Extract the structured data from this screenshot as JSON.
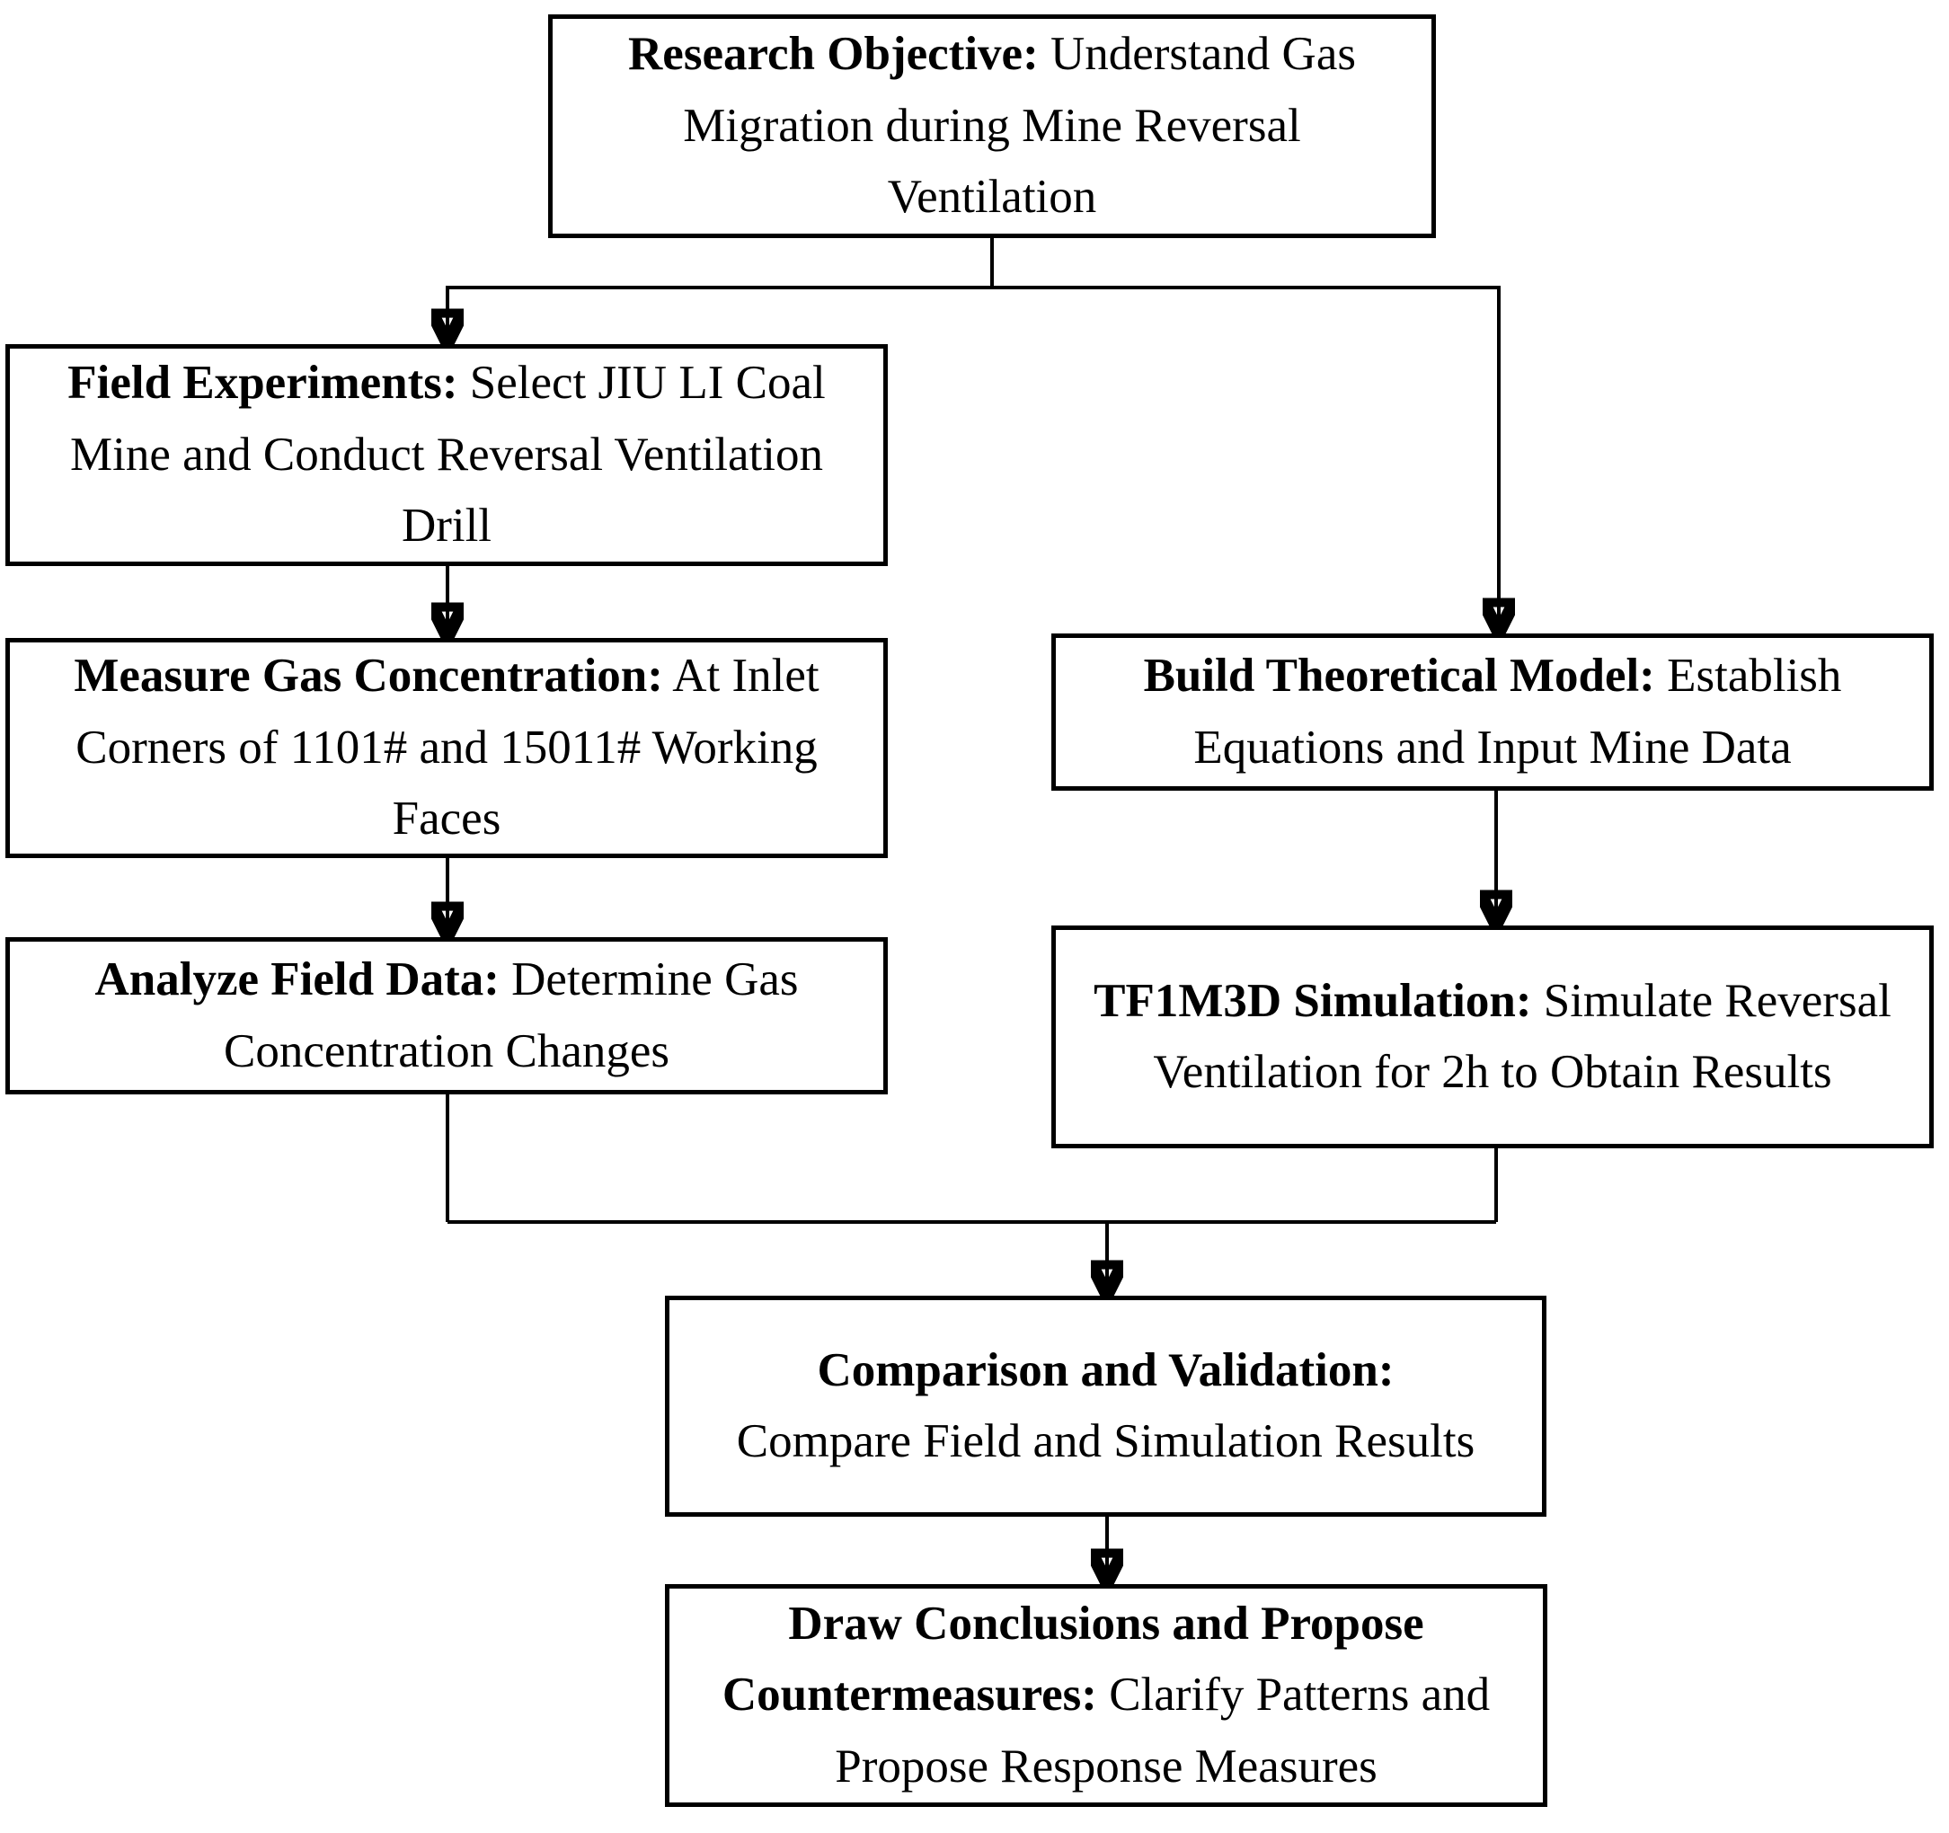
{
  "diagram": {
    "type": "flowchart",
    "colors": {
      "background": "#ffffff",
      "box_border": "#000000",
      "text": "#000000",
      "connector": "#000000"
    },
    "nodes": [
      {
        "id": "research-objective",
        "label": "Research Objective:",
        "text": "Understand Gas Migration during Mine Reversal Ventilation"
      },
      {
        "id": "field-experiments",
        "label": "Field Experiments:",
        "text": "Select JIU LI Coal Mine and Conduct Reversal Ventilation Drill"
      },
      {
        "id": "measure-gas-concentration",
        "label": "Measure Gas Concentration:",
        "text": "At Inlet Corners of 1101# and 15011# Working Faces"
      },
      {
        "id": "analyze-field-data",
        "label": "Analyze Field Data:",
        "text": "Determine Gas Concentration Changes"
      },
      {
        "id": "build-theoretical-model",
        "label": "Build Theoretical Model:",
        "text": "Establish Equations and Input Mine Data"
      },
      {
        "id": "tf1m3d-simulation",
        "label": "TF1M3D Simulation:",
        "text": "Simulate Reversal Ventilation for 2h to Obtain Results"
      },
      {
        "id": "comparison-and-validation",
        "label": "Comparison and Validation:",
        "text": "Compare Field and Simulation Results"
      },
      {
        "id": "draw-conclusions",
        "label": "Draw Conclusions and Propose Countermeasures:",
        "text": "Clarify Patterns and Propose Response Measures"
      }
    ],
    "edges": [
      {
        "from": "research-objective",
        "to": "field-experiments"
      },
      {
        "from": "research-objective",
        "to": "build-theoretical-model"
      },
      {
        "from": "field-experiments",
        "to": "measure-gas-concentration"
      },
      {
        "from": "measure-gas-concentration",
        "to": "analyze-field-data"
      },
      {
        "from": "build-theoretical-model",
        "to": "tf1m3d-simulation"
      },
      {
        "from": "analyze-field-data",
        "to": "comparison-and-validation"
      },
      {
        "from": "tf1m3d-simulation",
        "to": "comparison-and-validation"
      },
      {
        "from": "comparison-and-validation",
        "to": "draw-conclusions"
      }
    ]
  }
}
